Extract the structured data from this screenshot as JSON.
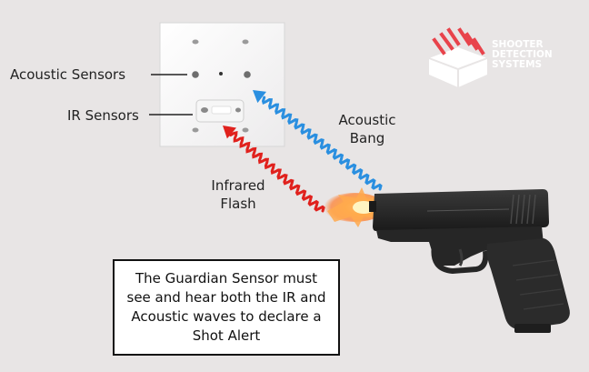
{
  "labels": {
    "acoustic_sensors": "Acoustic Sensors",
    "ir_sensors": "IR Sensors",
    "acoustic_bang": [
      "Acoustic",
      "Bang"
    ],
    "infrared_flash": [
      "Infrared",
      "Flash"
    ]
  },
  "callout": "The Guardian Sensor must see and hear both the IR and Acoustic waves to declare a Shot Alert",
  "brand": [
    "SHOOTER",
    "DETECTION",
    "SYSTEMS"
  ],
  "colors": {
    "background": "#e8e5e5",
    "acoustic_wave": "#2a8fe0",
    "infrared_wave": "#e0211d",
    "brand_logo": "#ffffff",
    "brand_accent": "#e8434b"
  },
  "icons": [
    "sensor-device",
    "pistol",
    "muzzle-flash",
    "brand-logo"
  ]
}
